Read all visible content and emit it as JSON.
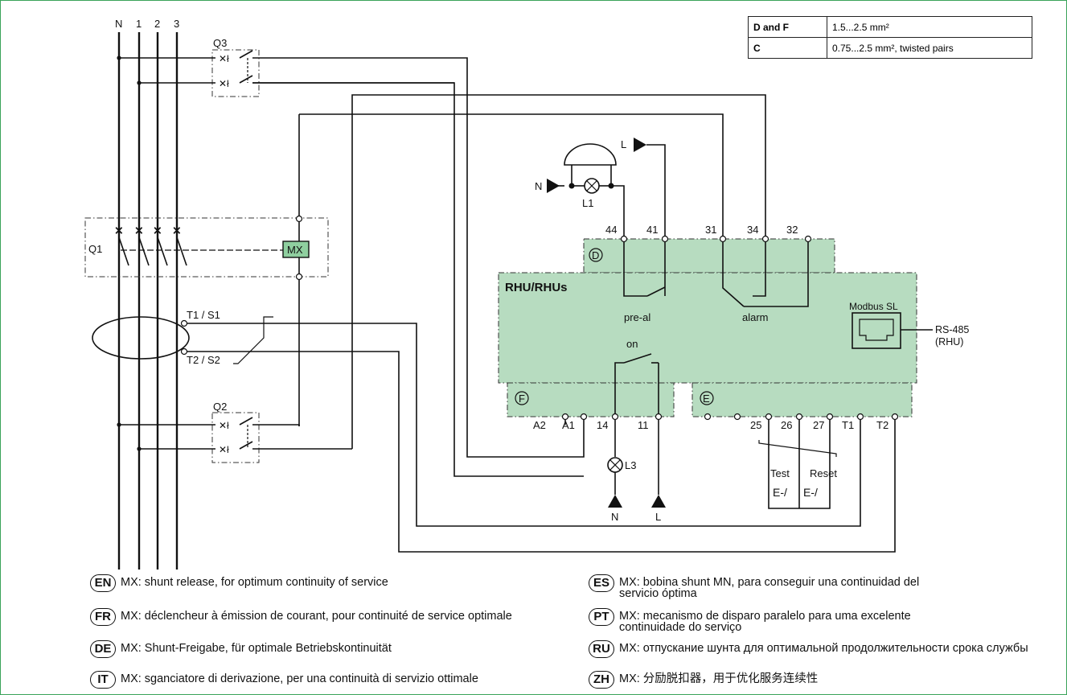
{
  "table": {
    "rows": [
      {
        "key": "D and F",
        "value": "1.5...2.5 mm²"
      },
      {
        "key": "C",
        "value": "0.75...2.5 mm², twisted pairs"
      }
    ]
  },
  "diagram": {
    "bus_labels": [
      "N",
      "1",
      "2",
      "3"
    ],
    "breakers": {
      "q1": "Q1",
      "q2": "Q2",
      "q3": "Q3"
    },
    "shunt": "MX",
    "toroid": {
      "t1": "T1 / S1",
      "t2": "T2 / S2"
    },
    "lamps": {
      "l1": "L1",
      "l3": "L3"
    },
    "supply": {
      "n": "N",
      "l": "L"
    },
    "device_name": "RHU/RHUs",
    "blocks": {
      "d": "D",
      "f": "F",
      "e": "E"
    },
    "terminals_top": [
      "44",
      "41",
      "31",
      "34",
      "32"
    ],
    "terminals_f": [
      "A2",
      "A1",
      "14",
      "11"
    ],
    "terminals_e": [
      "25",
      "26",
      "27",
      "T1",
      "T2"
    ],
    "relays": {
      "prealarm": "pre-al",
      "alarm": "alarm",
      "on": "on"
    },
    "port": {
      "name": "Modbus SL",
      "link": "RS-485",
      "link_note": "(RHU)"
    },
    "buttons": {
      "test": "Test",
      "reset": "Reset",
      "switch_glyph": "E-/"
    }
  },
  "legend": {
    "left": [
      {
        "code": "EN",
        "text": "MX: shunt release, for optimum continuity of service"
      },
      {
        "code": "FR",
        "text": "MX: déclencheur à émission de courant, pour continuité de service optimale"
      },
      {
        "code": "DE",
        "text": "MX: Shunt-Freigabe, für optimale Betriebskontinuität"
      },
      {
        "code": "IT",
        "text": "MX: sganciatore di derivazione, per una continuità di servizio ottimale"
      }
    ],
    "right": [
      {
        "code": "ES",
        "text": "MX: bobina shunt MN, para conseguir una continuidad del servicio óptima"
      },
      {
        "code": "PT",
        "text": "MX: mecanismo de disparo paralelo para uma excelente continuidade do serviço"
      },
      {
        "code": "RU",
        "text": "MX: отпускание шунта для оптимальной продолжительности срока службы"
      },
      {
        "code": "ZH",
        "text": "MX: 分励脱扣器，用于优化服务连续性"
      }
    ]
  },
  "colors": {
    "frame": "#3aa35a",
    "device_fill": "#b7dcc0",
    "mx_fill": "#8fcf9f"
  }
}
